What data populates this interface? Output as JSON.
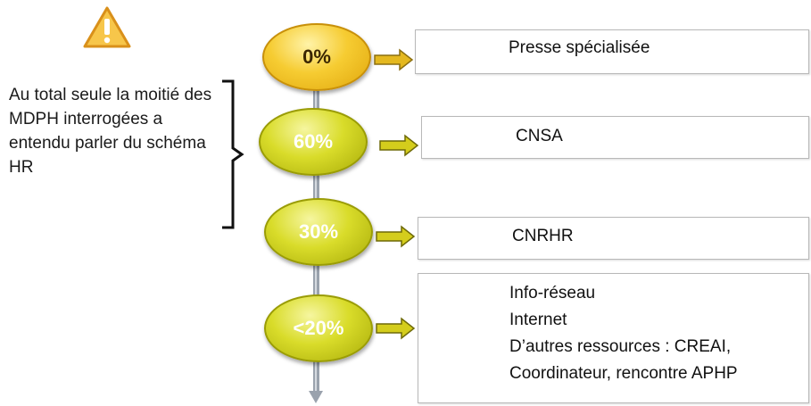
{
  "warning": {
    "icon": "warning-triangle-icon"
  },
  "note": "Au total seule la moitié des MDPH interrogées a entendu parler du schéma HR",
  "levels": [
    {
      "percent": "0%",
      "label": "Presse spécialisée"
    },
    {
      "percent": "60%",
      "label": "CNSA"
    },
    {
      "percent": "30%",
      "label": "CNRHR"
    },
    {
      "percent": "<20%",
      "items": [
        "Info-réseau",
        "Internet",
        "D’autres ressources : CREAI,",
        "Coordinateur, rencontre APHP"
      ]
    }
  ],
  "colors": {
    "gold": "#f0b81a",
    "yellow": "#cfd21a",
    "arrow": "#d4c41a"
  }
}
